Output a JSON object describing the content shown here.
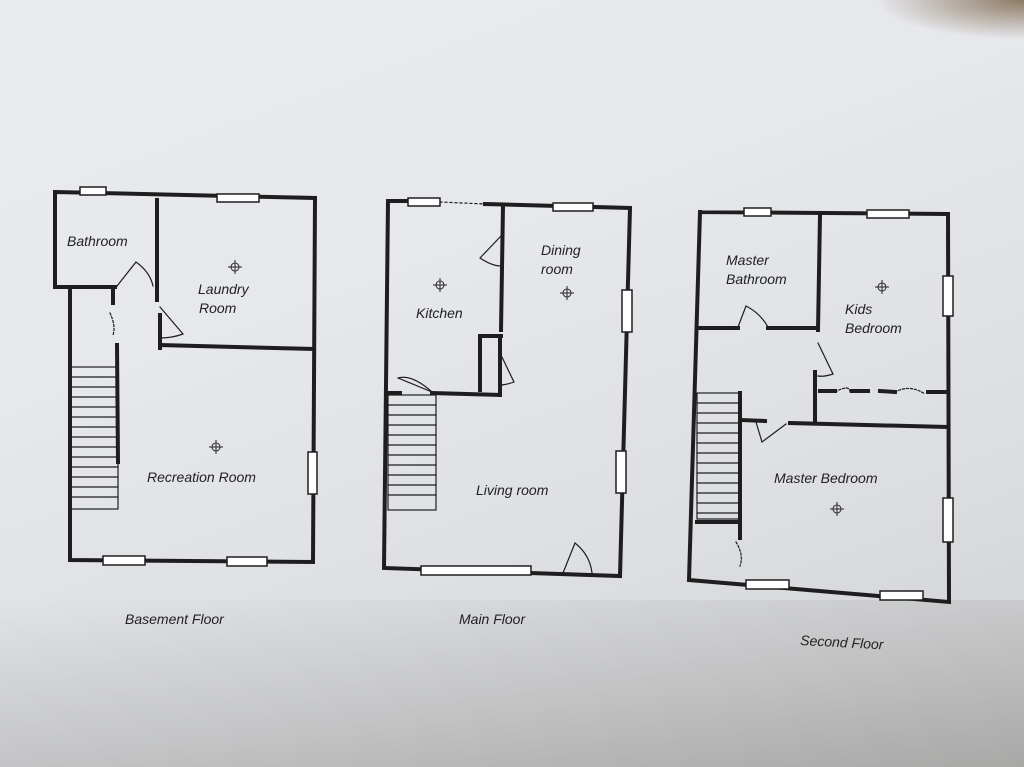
{
  "floors": [
    {
      "caption": "Basement Floor",
      "rooms": [
        "Bathroom",
        "Laundry",
        "Room",
        "Recreation Room"
      ]
    },
    {
      "caption": "Main Floor",
      "rooms": [
        "Kitchen",
        "Dining",
        "room",
        "Living room"
      ]
    },
    {
      "caption": "Second Floor",
      "rooms": [
        "Master",
        "Bathroom",
        "Kids",
        "Bedroom",
        "Master Bedroom"
      ]
    }
  ]
}
